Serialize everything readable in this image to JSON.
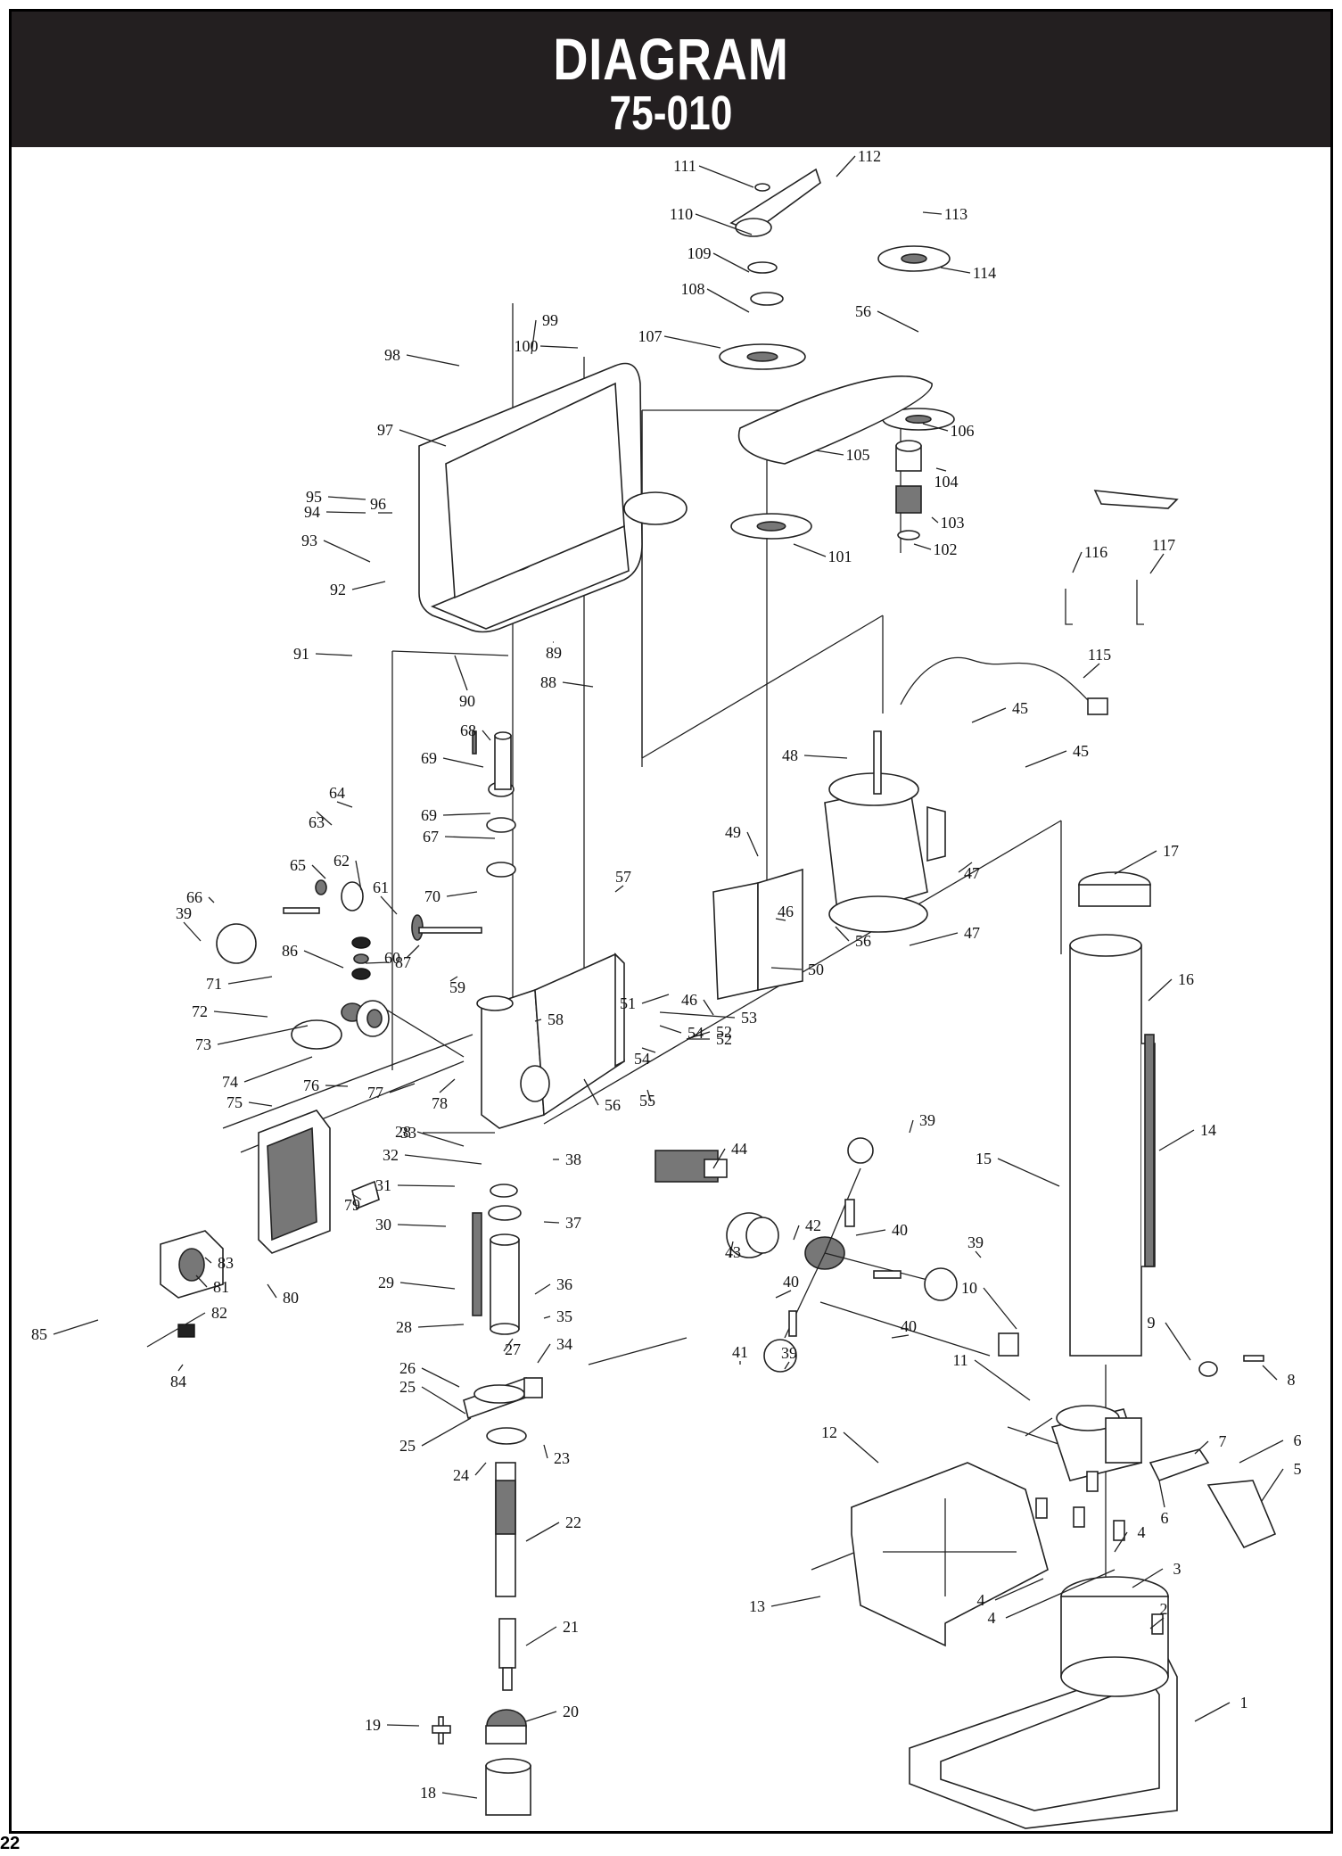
{
  "header": {
    "title": "DIAGRAM",
    "model": "75-010"
  },
  "page_number": "22",
  "colors": {
    "header_bg": "#231f20",
    "header_text": "#ffffff",
    "line": "#222222"
  },
  "part_labels": [
    "1",
    "2",
    "3",
    "4",
    "4",
    "4",
    "5",
    "6",
    "6",
    "7",
    "8",
    "9",
    "10",
    "11",
    "12",
    "13",
    "14",
    "15",
    "16",
    "17",
    "18",
    "19",
    "20",
    "21",
    "22",
    "23",
    "24",
    "25",
    "25",
    "26",
    "27",
    "28",
    "28",
    "29",
    "30",
    "31",
    "32",
    "33",
    "34",
    "35",
    "36",
    "37",
    "38",
    "39",
    "39",
    "39",
    "39",
    "40",
    "40",
    "40",
    "41",
    "42",
    "43",
    "44",
    "45",
    "45",
    "46",
    "46",
    "47",
    "47",
    "48",
    "49",
    "50",
    "51",
    "52",
    "52",
    "53",
    "54",
    "54",
    "55",
    "56",
    "56",
    "56",
    "57",
    "58",
    "59",
    "60",
    "61",
    "62",
    "63",
    "64",
    "65",
    "66",
    "67",
    "68",
    "69",
    "69",
    "70",
    "71",
    "72",
    "73",
    "74",
    "75",
    "76",
    "77",
    "78",
    "79",
    "80",
    "81",
    "82",
    "83",
    "84",
    "85",
    "86",
    "87",
    "88",
    "89",
    "90",
    "91",
    "92",
    "93",
    "94",
    "95",
    "96",
    "97",
    "98",
    "99",
    "100",
    "101",
    "102",
    "103",
    "104",
    "105",
    "106",
    "107",
    "108",
    "109",
    "110",
    "111",
    "112",
    "113",
    "114",
    "115",
    "116",
    "117"
  ]
}
